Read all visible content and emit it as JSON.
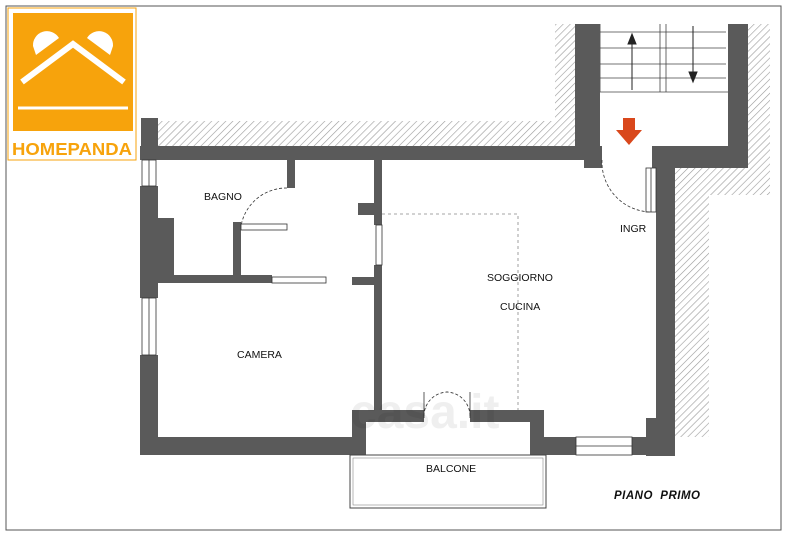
{
  "logo": {
    "brand": "HOMEPANDA",
    "accent": "#f7a30c"
  },
  "rooms": {
    "bagno": "BAGNO",
    "camera": "CAMERA",
    "soggiorno": "SOGGIORNO",
    "cucina": "CUCINA",
    "ingr": "INGR",
    "balcone": "BALCONE"
  },
  "floor_label": "PIANO  PRIMO",
  "watermark": "casa.it",
  "colors": {
    "wall": "#5a5a5a",
    "hatch": "#9a9a9a",
    "arrow": "#d9481c"
  }
}
